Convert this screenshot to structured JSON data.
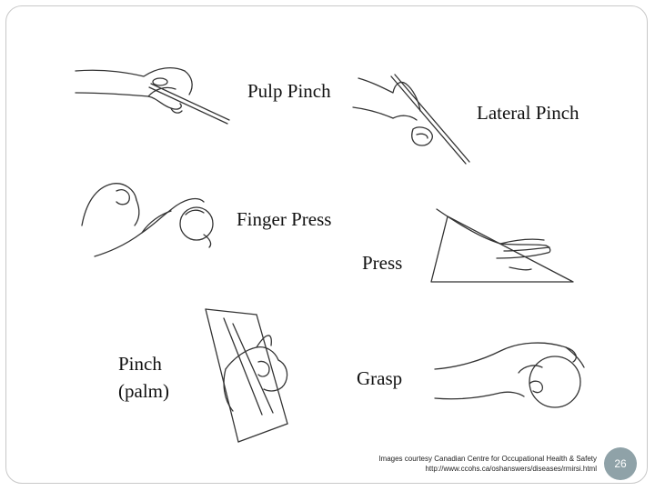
{
  "labels": {
    "pulp_pinch": "Pulp Pinch",
    "lateral_pinch": "Lateral Pinch",
    "finger_press": "Finger Press",
    "press": "Press",
    "pinch_palm_line1": "Pinch",
    "pinch_palm_line2": "(palm)",
    "grasp": "Grasp"
  },
  "credit": {
    "line1": "Images courtesy Canadian Centre for Occupational Health & Safety",
    "line2": "http://www.ccohs.ca/oshanswers/diseases/rmirsi.html"
  },
  "page_number": "26"
}
